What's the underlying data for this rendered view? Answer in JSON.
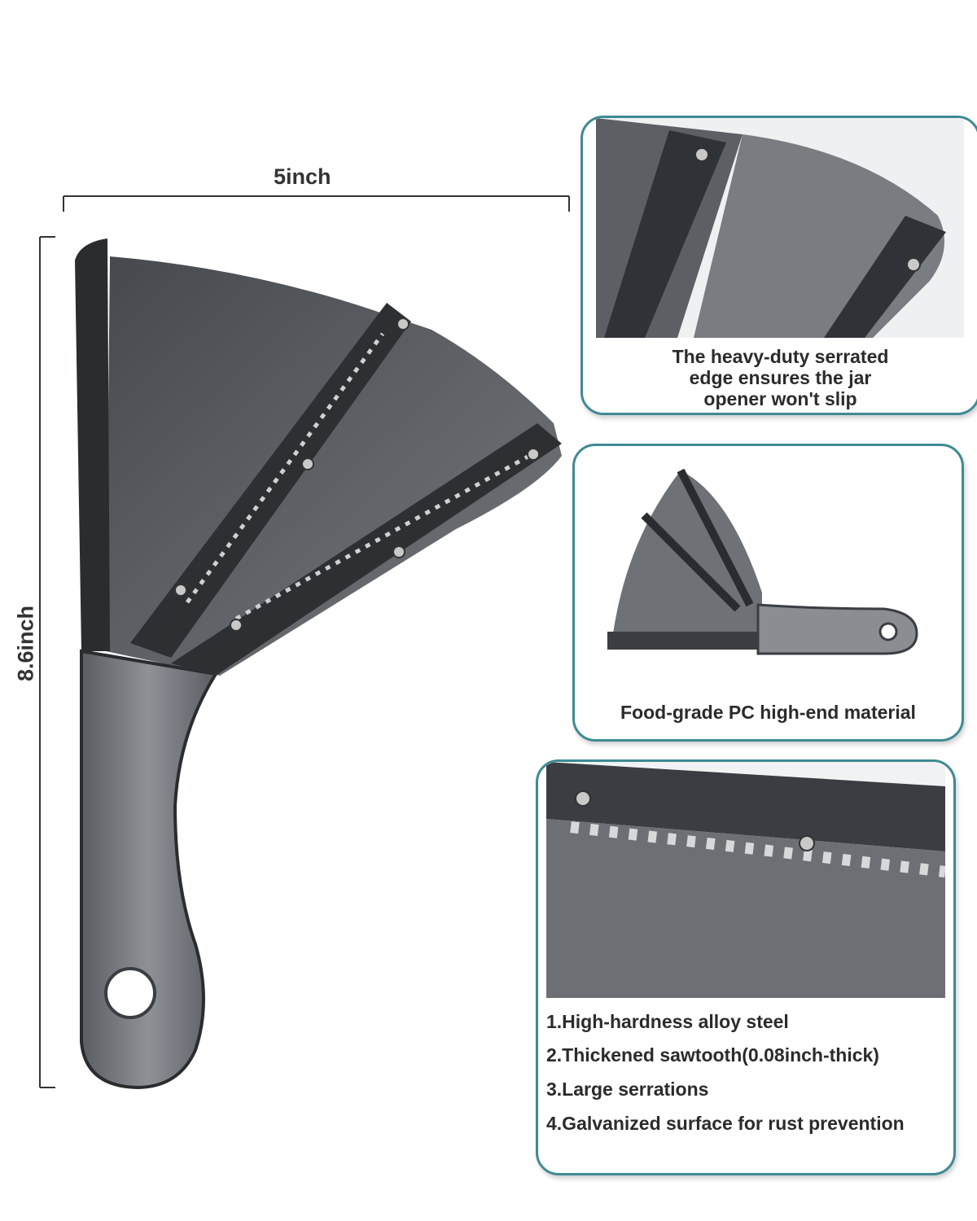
{
  "dimensions": {
    "width_label": "5inch",
    "height_label": "8.6inch"
  },
  "cards": {
    "serrated_edge": {
      "caption_lines": [
        "The heavy-duty serrated",
        "edge ensures the jar",
        "opener won't slip"
      ]
    },
    "material": {
      "caption": "Food-grade PC high-end material"
    },
    "blade_features": {
      "items": [
        "1.High-hardness alloy steel",
        "2.Thickened sawtooth(0.08inch-thick)",
        "3.Large serrations",
        "4.Galvanized surface for rust prevention"
      ]
    }
  },
  "colors": {
    "card_border": "#3f8a93",
    "product_body": "#5b5e62",
    "product_dark": "#2a2c2f"
  }
}
